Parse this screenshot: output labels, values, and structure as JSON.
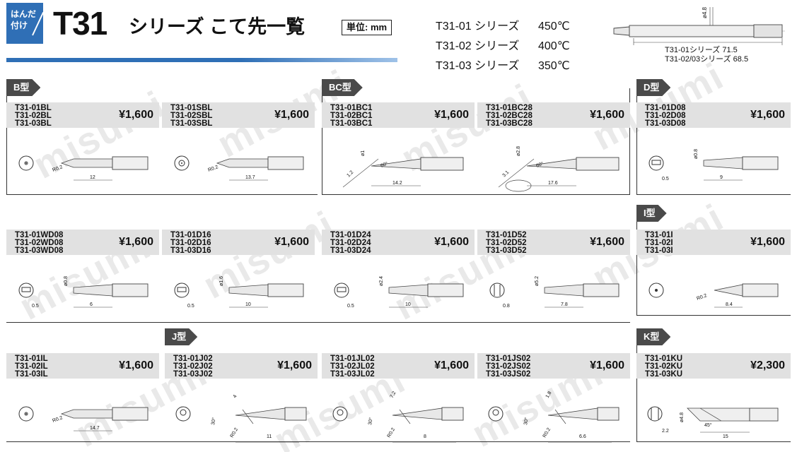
{
  "header": {
    "badge": [
      "はんだ",
      "付け"
    ],
    "title_main": "T31",
    "title_sub": "シリーズ こて先一覧",
    "unit": "単位: mm",
    "temps": [
      {
        "series": "T31-01 シリーズ",
        "temp": "450℃"
      },
      {
        "series": "T31-02 シリーズ",
        "temp": "400℃"
      },
      {
        "series": "T31-03 シリーズ",
        "temp": "350℃"
      }
    ],
    "dia_label": "ø4.8",
    "length_lines": [
      "T31-01シリーズ 71.5",
      "T31-02/03シリーズ 68.5"
    ]
  },
  "watermark": "misumi",
  "type_tabs": {
    "b": "B型",
    "bc": "BC型",
    "d": "D型",
    "i": "I型",
    "j": "J型",
    "k": "K型"
  },
  "cards": [
    {
      "id": "bl",
      "models": [
        "T31-01BL",
        "T31-02BL",
        "T31-03BL"
      ],
      "price": "¥1,600",
      "dims": [
        "R0.2",
        "12"
      ]
    },
    {
      "id": "sbl",
      "models": [
        "T31-01SBL",
        "T31-02SBL",
        "T31-03SBL"
      ],
      "price": "¥1,600",
      "dims": [
        "R0.2",
        "13.7"
      ]
    },
    {
      "id": "bc1",
      "models": [
        "T31-01BC1",
        "T31-02BC1",
        "T31-03BC1"
      ],
      "price": "¥1,600",
      "dims": [
        "ø1",
        "1.2",
        "60°",
        "14.2"
      ]
    },
    {
      "id": "bc28",
      "models": [
        "T31-01BC28",
        "T31-02BC28",
        "T31-03BC28"
      ],
      "price": "¥1,600",
      "dims": [
        "ø2.8",
        "3.1",
        "60°",
        "17.6"
      ]
    },
    {
      "id": "d08",
      "models": [
        "T31-01D08",
        "T31-02D08",
        "T31-03D08"
      ],
      "price": "¥1,600",
      "dims": [
        "ø0.8",
        "0.5",
        "9"
      ]
    },
    {
      "id": "wd08",
      "models": [
        "T31-01WD08",
        "T31-02WD08",
        "T31-03WD08"
      ],
      "price": "¥1,600",
      "dims": [
        "ø0.8",
        "0.5",
        "6"
      ]
    },
    {
      "id": "d16",
      "models": [
        "T31-01D16",
        "T31-02D16",
        "T31-03D16"
      ],
      "price": "¥1,600",
      "dims": [
        "ø1.6",
        "0.5",
        "10"
      ]
    },
    {
      "id": "d24",
      "models": [
        "T31-01D24",
        "T31-02D24",
        "T31-03D24"
      ],
      "price": "¥1,600",
      "dims": [
        "ø2.4",
        "0.5",
        "10"
      ]
    },
    {
      "id": "d52",
      "models": [
        "T31-01D52",
        "T31-02D52",
        "T31-03D52"
      ],
      "price": "¥1,600",
      "dims": [
        "ø5.2",
        "0.8",
        "7.8"
      ]
    },
    {
      "id": "i",
      "models": [
        "T31-01I",
        "T31-02I",
        "T31-03I"
      ],
      "price": "¥1,600",
      "dims": [
        "R0.2",
        "8.4"
      ]
    },
    {
      "id": "il",
      "models": [
        "T31-01IL",
        "T31-02IL",
        "T31-03IL"
      ],
      "price": "¥1,600",
      "dims": [
        "R0.2",
        "14.7"
      ]
    },
    {
      "id": "j02",
      "models": [
        "T31-01J02",
        "T31-02J02",
        "T31-03J02"
      ],
      "price": "¥1,600",
      "dims": [
        "4",
        "30°",
        "R0.2",
        "11"
      ]
    },
    {
      "id": "jl02",
      "models": [
        "T31-01JL02",
        "T31-02JL02",
        "T31-03JL02"
      ],
      "price": "¥1,600",
      "dims": [
        "7.2",
        "30°",
        "R0.2",
        "8"
      ]
    },
    {
      "id": "js02",
      "models": [
        "T31-01JS02",
        "T31-02JS02",
        "T31-03JS02"
      ],
      "price": "¥1,600",
      "dims": [
        "1.8",
        "30°",
        "R0.2",
        "6.6"
      ]
    },
    {
      "id": "ku",
      "models": [
        "T31-01KU",
        "T31-02KU",
        "T31-03KU"
      ],
      "price": "¥2,300",
      "dims": [
        "ø4.8",
        "45°",
        "2.2",
        "15"
      ]
    }
  ]
}
